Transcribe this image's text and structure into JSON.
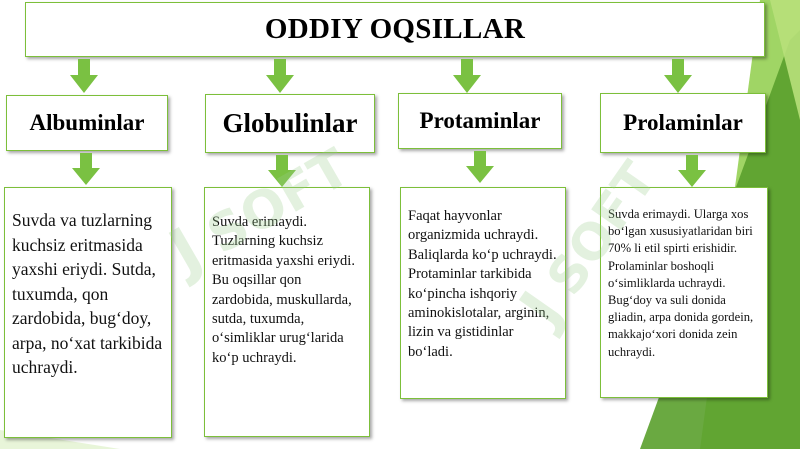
{
  "title": "ODDIY OQSILLAR",
  "categories": [
    {
      "heading": "Albuminlar",
      "description": "Suvda va tuzlarning kuchsiz eritmasida yaxshi eriydi. Sutda, tuxumda, qon zardobida, bug‘doy, arpa, no‘xat tarkibida uchraydi."
    },
    {
      "heading": "Globulinlar",
      "description": "Suvda erimaydi. Tuzlarning kuchsiz eritmasida yaxshi eriydi.\nBu oqsillar qon zardobida, muskullarda, sutda, tuxumda, o‘simliklar urug‘larida ko‘p uchraydi."
    },
    {
      "heading": "Protaminlar",
      "description": "Faqat hayvonlar organizmida uchraydi. Baliqlarda ko‘p uchraydi. Protaminlar tarkibida ko‘pincha ishqoriy aminokislotalar, arginin, lizin va gistidinlar bo‘ladi."
    },
    {
      "heading": "Prolaminlar",
      "description": "Suvda erimaydi. Ularga xos bo‘lgan xususiyatlaridan biri 70% li etil spirti erishidir. Prolaminlar boshoqli o‘simliklarda uchraydi. Bug‘doy va suli donida gliadin, arpa donida gordein, makkajo‘xori donida zein uchraydi."
    }
  ],
  "colors": {
    "accent_green": "#7cbf3a",
    "arrow_green": "#7ac142",
    "deco_green": "#5aa02c"
  },
  "icons": {
    "arrow": "down-arrow-icon",
    "watermark": "jsoft-watermark"
  }
}
